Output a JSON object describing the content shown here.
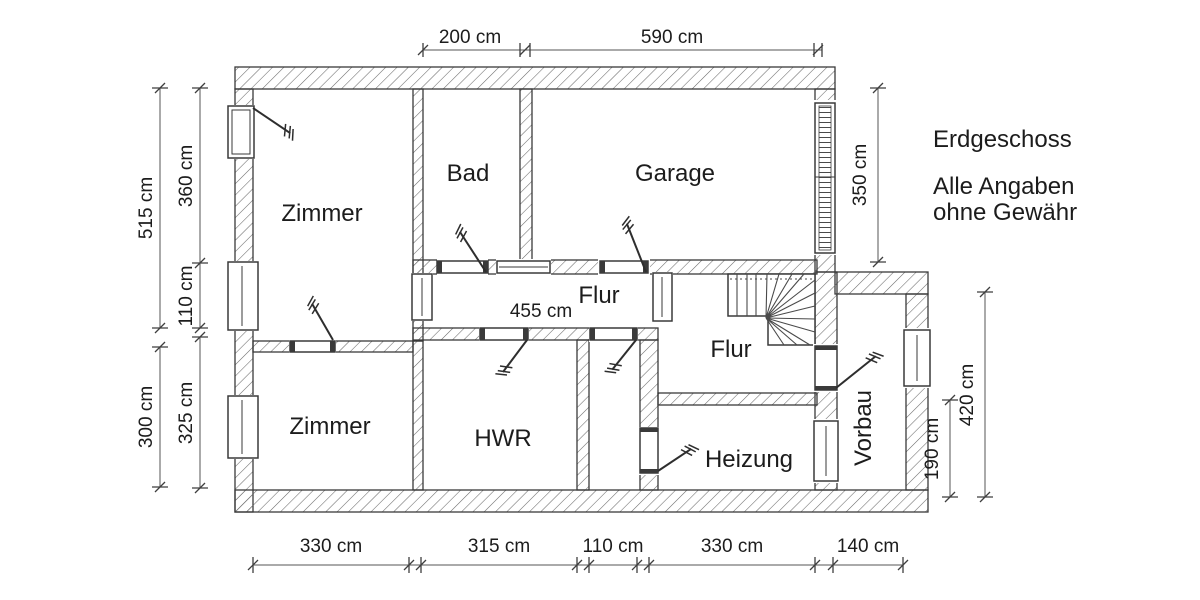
{
  "drawing_title": "Erdgeschoss",
  "notes": {
    "floor_title": "Erdgeschoss",
    "disclaimer_line1": "Alle Angaben",
    "disclaimer_line2": "ohne Gewähr"
  },
  "rooms": {
    "zimmer_top": "Zimmer",
    "bad": "Bad",
    "garage": "Garage",
    "flur_top": "Flur",
    "zimmer_bottom": "Zimmer",
    "hwr": "HWR",
    "flur_bottom": "Flur",
    "heizung": "Heizung",
    "vorbau": "Vorbau"
  },
  "dimensions": {
    "top": [
      {
        "label": "200 cm"
      },
      {
        "label": "590 cm"
      }
    ],
    "bottom": [
      {
        "label": "330 cm"
      },
      {
        "label": "315 cm"
      },
      {
        "label": "110 cm"
      },
      {
        "label": "330 cm"
      },
      {
        "label": "140 cm"
      }
    ],
    "left_outer": [
      {
        "label": "515 cm"
      },
      {
        "label": "300 cm"
      }
    ],
    "left_inner": [
      {
        "label": "360 cm"
      },
      {
        "label": "110 cm"
      },
      {
        "label": "325 cm"
      }
    ],
    "right": [
      {
        "label": "350 cm"
      },
      {
        "label": "420 cm"
      },
      {
        "label": "190 cm"
      }
    ],
    "flur_interior": {
      "label": "455 cm"
    }
  },
  "colors": {
    "line": "#3a3a3a",
    "hatch": "#6a6a6a",
    "text": "#1c1c1c",
    "background": "#ffffff"
  }
}
